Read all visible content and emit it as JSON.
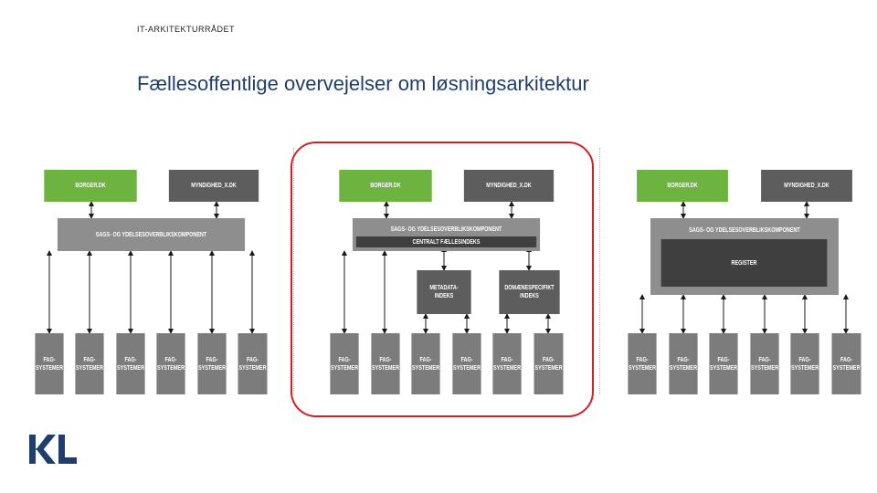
{
  "header": {
    "kicker": "IT-ARKITEKTURRÅDET",
    "title": "Fællesoffentlige overvejelser om løsningsarkitektur"
  },
  "logo": {
    "text": "KL",
    "color": "#1f3f6a"
  },
  "colors": {
    "green": "#6cb33f",
    "dark_gray": "#5d5d5d",
    "mid_gray": "#8e8e8e",
    "highlight": "#d41f26"
  },
  "diagrams": [
    {
      "borger": "BORGER.DK",
      "myndighed": "MYNDIGHED_X.DK",
      "component": "SAGS- OG YDELSESOVERBLIKSKOMPONENT",
      "fag": [
        "FAG-\nSYSTEMER",
        "FAG-\nSYSTEMER",
        "FAG-\nSYSTEMER",
        "FAG-\nSYSTEMER",
        "FAG-\nSYSTEMER",
        "FAG-\nSYSTEMER"
      ]
    },
    {
      "borger": "BORGER.DK",
      "myndighed": "MYNDIGHED_X.DK",
      "component": "SAGS- OG YDELSESOVERBLIKSKOMPONENT",
      "central_index": "CENTRALT FÆLLESINDEKS",
      "metadata_index": "METADATA-\nINDEKS",
      "domain_index": "DOMÆNESPECIFIKT\nINDEKS",
      "fag": [
        "FAG-\nSYSTEMER",
        "FAG-\nSYSTEMER",
        "FAG-\nSYSTEMER",
        "FAG-\nSYSTEMER",
        "FAG-\nSYSTEMER",
        "FAG-\nSYSTEMER"
      ]
    },
    {
      "borger": "BORGER.DK",
      "myndighed": "MYNDIGHED_X.DK",
      "component": "SAGS- OG YDELSESOVERBLIKSKOMPONENT",
      "register": "REGISTER",
      "fag": [
        "FAG-\nSYSTEMER",
        "FAG-\nSYSTEMER",
        "FAG-\nSYSTEMER",
        "FAG-\nSYSTEMER",
        "FAG-\nSYSTEMER",
        "FAG-\nSYSTEMER"
      ]
    }
  ]
}
